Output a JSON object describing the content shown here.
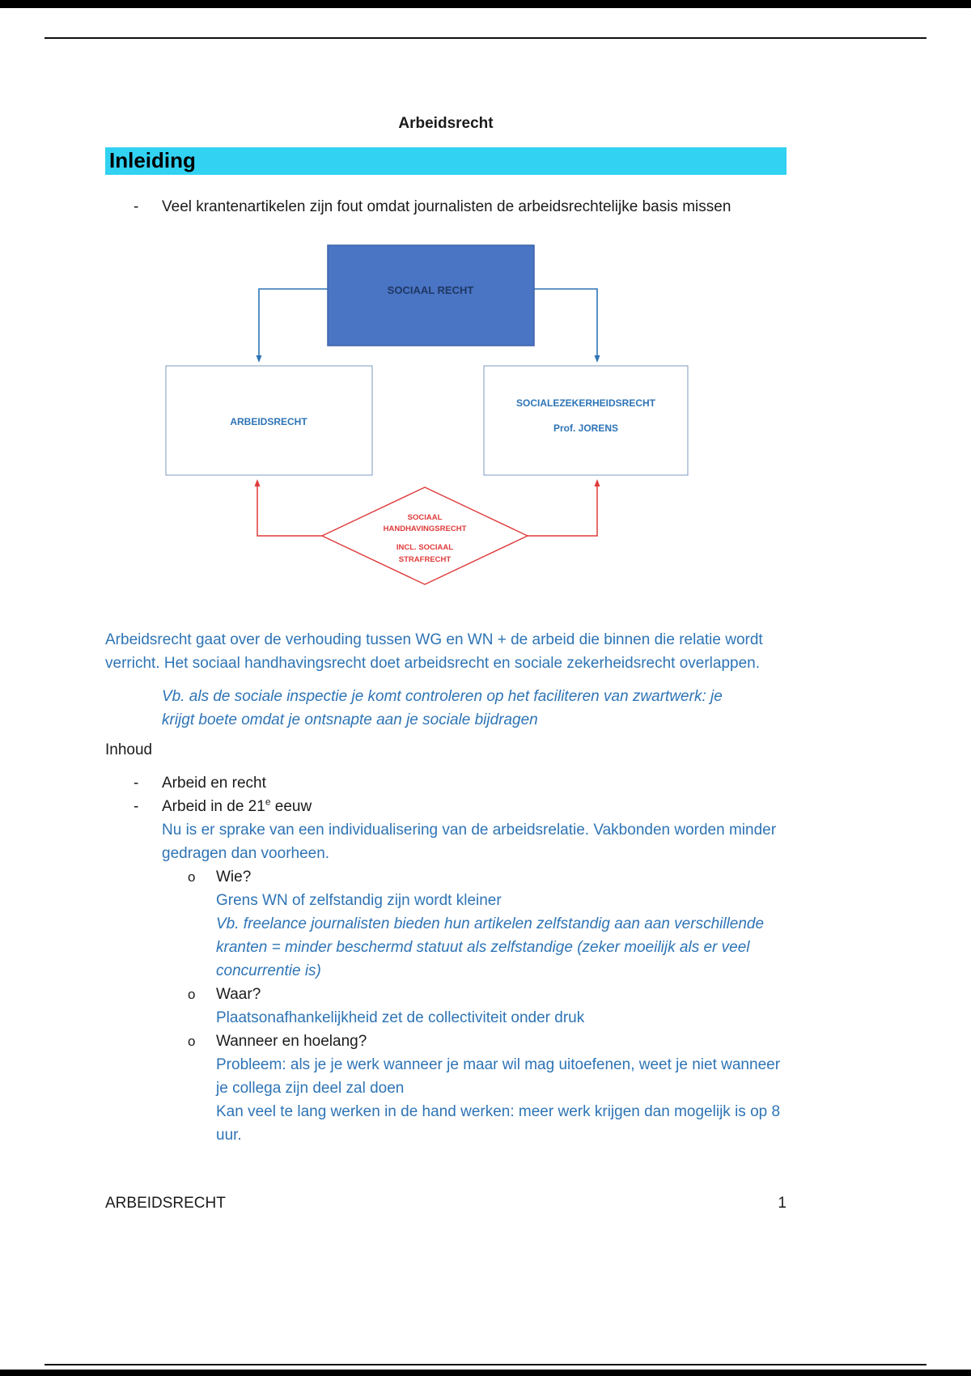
{
  "page": {
    "header_title": "Arbeidsrecht",
    "footer_label": "ARBEIDSRECHT",
    "footer_page": "1"
  },
  "section": {
    "heading": "Inleiding",
    "highlight_color": "#31d2f2"
  },
  "intro": {
    "bullet_glyph": "-",
    "bullet_text": "Veel krantenartikelen zijn fout omdat journalisten de arbeidsrechtelijke basis missen"
  },
  "diagram": {
    "top_box": "SOCIAAL RECHT",
    "left_box": "ARBEIDSRECHT",
    "right_box_title": "SOCIALEZEKERHEIDSRECHT",
    "right_box_subtitle": "Prof. JORENS",
    "diamond_line1": "SOCIAAL",
    "diamond_line2": "HANDHAVINGSRECHT",
    "diamond_line3": "INCL. SOCIAAL",
    "diamond_line4": "STRAFRECHT",
    "colors": {
      "box_fill": "#4a74c4",
      "box_text": "#1f3864",
      "blue_line": "#2e74b5",
      "red": "#e03a3a"
    }
  },
  "body_text": {
    "para1": "Arbeidsrecht gaat over de verhouding tussen WG en WN + de arbeid die binnen die relatie wordt verricht. Het sociaal handhavingsrecht doet arbeidsrecht en sociale zekerheidsrecht overlappen.",
    "example1": "Vb. als de sociale inspectie je komt controleren op het faciliteren van zwartwerk: je krijgt boete omdat je ontsnapte aan je sociale bijdragen",
    "inhoud_label": "Inhoud",
    "dash_glyph": "-",
    "o_glyph": "o",
    "item1": "Arbeid en recht",
    "item2_prefix": "Arbeid in de 21",
    "item2_sup": "e",
    "item2_suffix": " eeuw",
    "item2_note": "Nu is er sprake van een individualisering van de arbeidsrelatie. Vakbonden worden minder gedragen dan voorheen.",
    "sub1_label": "Wie?",
    "sub1_note": "Grens WN of zelfstandig zijn wordt kleiner",
    "sub1_example": "Vb. freelance journalisten bieden hun artikelen zelfstandig aan aan verschillende kranten = minder beschermd statuut als zelfstandige (zeker moeilijk als er veel concurrentie is)",
    "sub2_label": "Waar?",
    "sub2_note": "Plaatsonafhankelijkheid zet de collectiviteit onder druk",
    "sub3_label": "Wanneer en hoelang?",
    "sub3_note1": "Probleem: als je je werk wanneer je maar wil mag uitoefenen, weet je niet wanneer je collega zijn deel zal doen",
    "sub3_note2": "Kan veel te lang werken in de hand werken: meer werk krijgen dan mogelijk is op 8 uur."
  }
}
